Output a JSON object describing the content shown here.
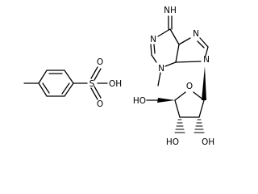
{
  "structure": {
    "tosylate": {
      "oxo_top": "O",
      "oxo_bottom": "O",
      "sulfur": "S",
      "hydroxyl": "OH"
    },
    "base": {
      "imine": "NH",
      "n_top": "N",
      "n_ring": "N",
      "n_methyl": "N",
      "n_glycosidic": "N"
    },
    "sugar": {
      "ring_oxygen": "O",
      "hydroxymethyl": "HO",
      "hydroxyl_3": "HO",
      "hydroxyl_2": "OH"
    }
  }
}
